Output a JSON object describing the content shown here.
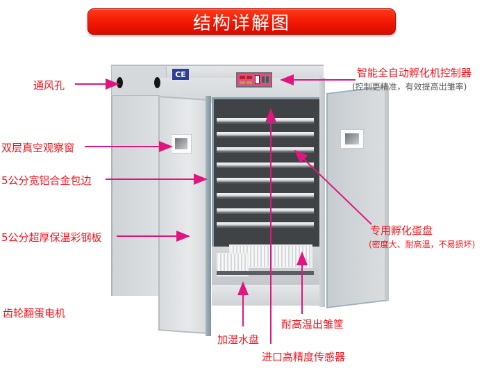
{
  "banner": {
    "title": "结构详解图",
    "color": "#f41c05"
  },
  "machine": {
    "badge": "CE",
    "tray_count": 8,
    "accent_color": "#e0157f"
  },
  "labels": {
    "vent_hole": "通风孔",
    "controller_title": "智能全自动孵化机控制器",
    "controller_note": "(控制更精准，有效提高出雏率)",
    "observation_window": "双层真空观察窗",
    "aluminum_edge": "5公分宽铝合金包边",
    "steel_panel": "5公分超厚保温彩钢板",
    "turning_motor": "齿轮翻蛋电机",
    "egg_tray_title": "专用孵化蛋盘",
    "egg_tray_note": "(密度大、耐高温，不易损坏)",
    "hatching_basket": "耐高温出雏筐",
    "water_pan": "加湿水盘",
    "sensor": "进口高精度传感器"
  },
  "colors": {
    "label_text": "#f0141e",
    "note_text": "#555555",
    "arrow": "#e0157f"
  }
}
